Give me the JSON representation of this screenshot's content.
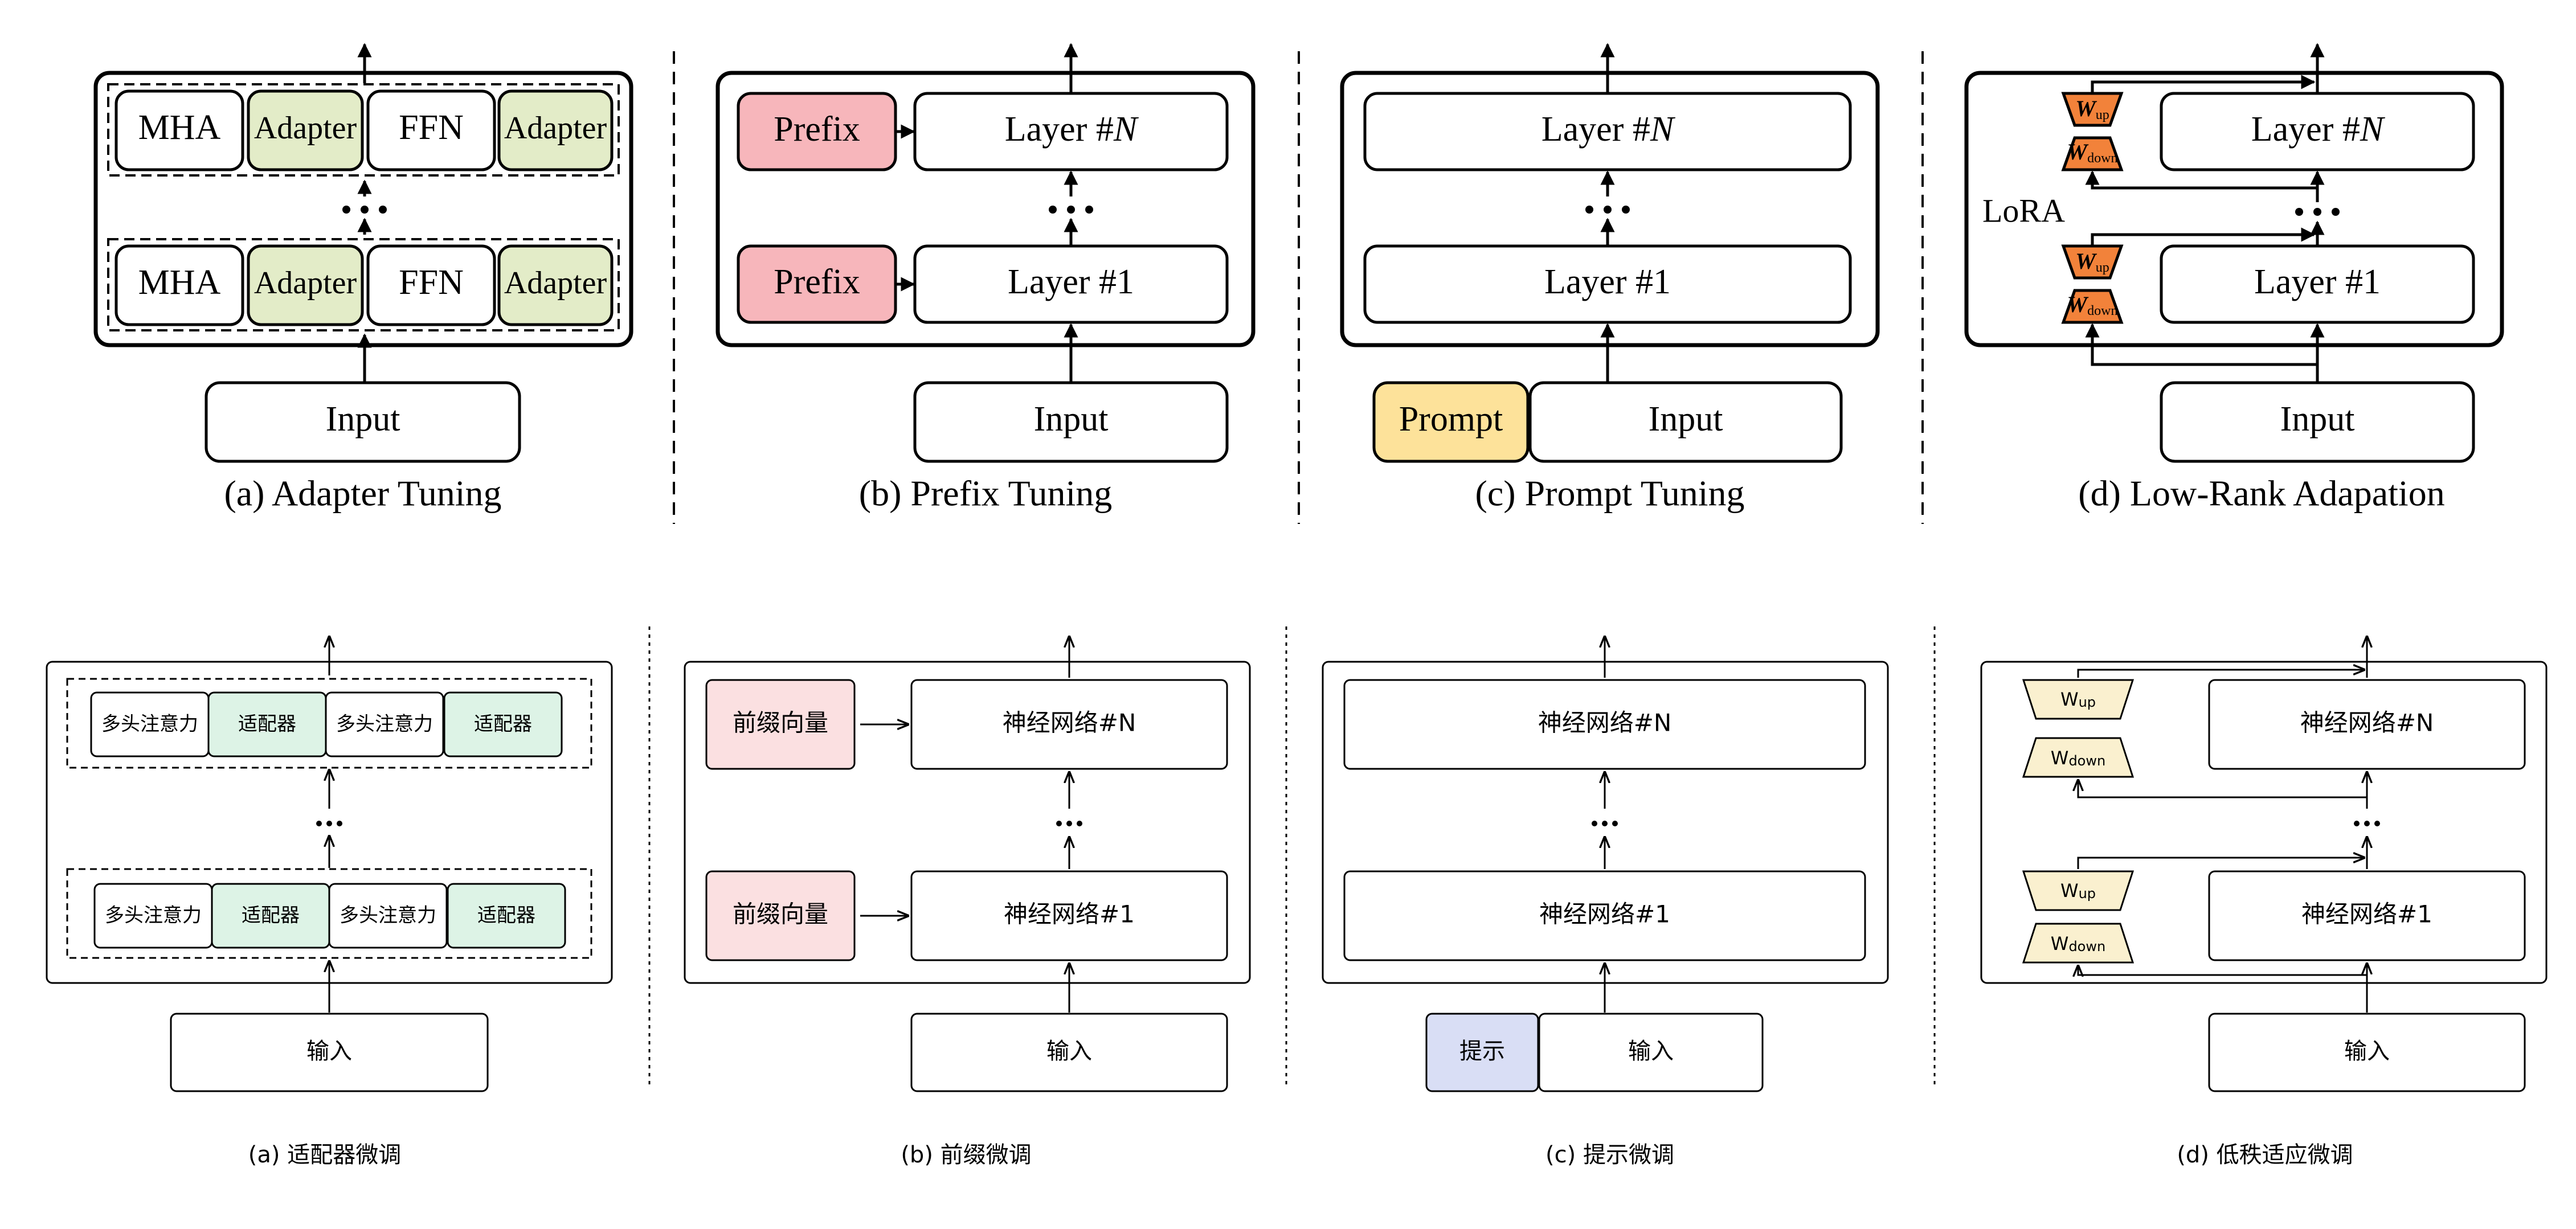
{
  "colors": {
    "adapter_fill_top": "#e3ecc8",
    "prefix_fill_top": "#f7b6bb",
    "prompt_fill_top": "#fde29a",
    "lora_fill_top": "#f2823a",
    "adapter_fill_bottom": "#ddf3e6",
    "prefix_fill_bottom": "#fbe0e1",
    "prompt_fill_bottom": "#d9def5",
    "lora_fill_bottom": "#faf0cf",
    "stroke": "#000000"
  },
  "top_row": {
    "adapter": {
      "mha": "MHA",
      "adapter": "Adapter",
      "ffn": "FFN",
      "input": "Input",
      "caption": "(a) Adapter Tuning"
    },
    "prefix": {
      "prefix": "Prefix",
      "layer_n_prefix": "Layer #",
      "layer_n_var": "N",
      "layer_1": "Layer #1",
      "input": "Input",
      "caption": "(b) Prefix Tuning"
    },
    "prompt": {
      "layer_n_prefix": "Layer #",
      "layer_n_var": "N",
      "layer_1": "Layer #1",
      "prompt": "Prompt",
      "input": "Input",
      "caption": "(c) Prompt Tuning"
    },
    "lora": {
      "w_main": "W",
      "w_up_sub": "up",
      "w_down_sub": "down",
      "lora_label": "LoRA",
      "layer_n_prefix": "Layer #",
      "layer_n_var": "N",
      "layer_1": "Layer #1",
      "input": "Input",
      "caption": "(d) Low-Rank Adapation"
    }
  },
  "bottom_row": {
    "adapter": {
      "mha": "多头注意力",
      "adapter": "适配器",
      "input": "输入",
      "caption": "(a) 适配器微调"
    },
    "prefix": {
      "prefix": "前缀向量",
      "layer_n": "神经网络#N",
      "layer_1": "神经网络#1",
      "input": "输入",
      "caption": "(b) 前缀微调"
    },
    "prompt": {
      "layer_n": "神经网络#N",
      "layer_1": "神经网络#1",
      "prompt": "提示",
      "input": "输入",
      "caption": "(c) 提示微调"
    },
    "lora": {
      "w_main": "W",
      "w_up_sub": "up",
      "w_down_sub": "down",
      "layer_n": "神经网络#N",
      "layer_1": "神经网络#1",
      "input": "输入",
      "caption": "(d) 低秩适应微调"
    }
  }
}
